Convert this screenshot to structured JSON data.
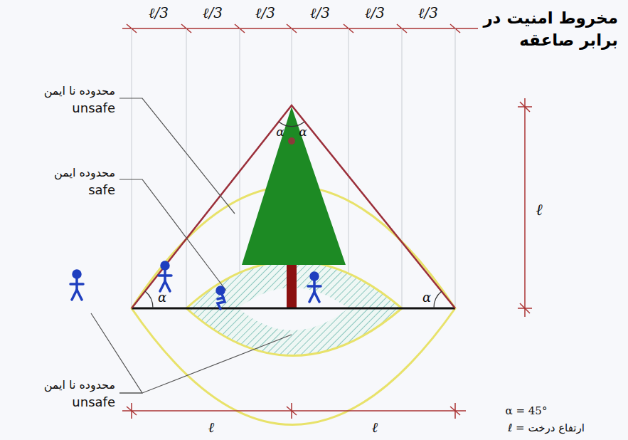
{
  "diagram": {
    "title": "مخروط امنیت در برابر صاعقه",
    "labels": [
      "ℓ/3",
      "ℓ/3",
      "ℓ/3",
      "ℓ/3",
      "ℓ/3",
      "ℓ/3",
      "ℓ",
      "محدوده نا ایمن",
      "unsafe",
      "محدوده ایمن",
      "safe",
      "α",
      "α",
      "α",
      "α",
      "محدوده نا ایمن",
      "unsafe",
      "ℓ",
      "ℓ",
      "α = 45°",
      "ارتفاع درخت = ℓ"
    ]
  }
}
